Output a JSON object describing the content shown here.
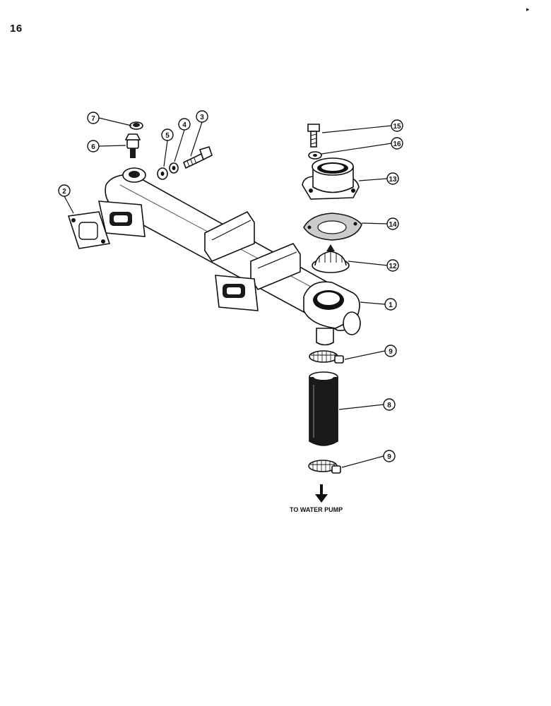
{
  "page": {
    "number": "16",
    "corner_mark": "▸"
  },
  "callouts": [
    {
      "id": "c7",
      "label": "7"
    },
    {
      "id": "c6",
      "label": "6"
    },
    {
      "id": "c5",
      "label": "5"
    },
    {
      "id": "c4",
      "label": "4"
    },
    {
      "id": "c3",
      "label": "3"
    },
    {
      "id": "c2",
      "label": "2"
    },
    {
      "id": "c15",
      "label": "15"
    },
    {
      "id": "c16",
      "label": "16"
    },
    {
      "id": "c13",
      "label": "13"
    },
    {
      "id": "c14",
      "label": "14"
    },
    {
      "id": "c12",
      "label": "12"
    },
    {
      "id": "c1",
      "label": "1"
    },
    {
      "id": "c9a",
      "label": "9"
    },
    {
      "id": "c8",
      "label": "8"
    },
    {
      "id": "c9b",
      "label": "9"
    }
  ],
  "flow_caption": "TO WATER PUMP"
}
